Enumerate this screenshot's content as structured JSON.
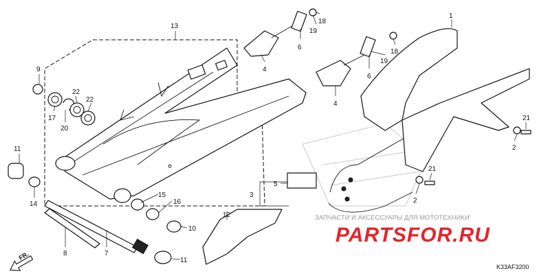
{
  "diagram_code": "K33AF3200",
  "direction_label": "FR.",
  "watermark": {
    "brand": "PARTSFOR.RU",
    "tagline": "ЗАПЧАСТИ И АКСЕССУАРЫ ДЛЯ МОТОТЕХНИКИ",
    "brand_color": "#e3242b",
    "tagline_color": "#999999"
  },
  "callouts": {
    "n1": "1",
    "n2a": "2",
    "n2b": "2",
    "n3": "3",
    "n4a": "4",
    "n4b": "4",
    "n5": "5",
    "n6a": "6",
    "n6b": "6",
    "n7": "7",
    "n8": "8",
    "n9": "9",
    "n10": "10",
    "n11a": "11",
    "n11b": "11",
    "n12": "12",
    "n13": "13",
    "n14": "14",
    "n15": "15",
    "n16": "16",
    "n17": "17",
    "n18a": "18",
    "n18b": "18",
    "n19a": "19",
    "n19b": "19",
    "n20": "20",
    "n21a": "21",
    "n21b": "21",
    "n22a": "22",
    "n22b": "22"
  }
}
